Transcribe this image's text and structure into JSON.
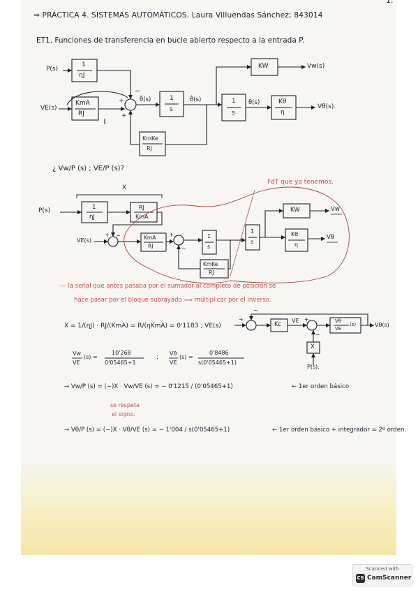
{
  "header": {
    "page_number": "1.",
    "title": "⇒ PRÁCTICA 4. SISTEMAS AUTOMÁTICOS. Laura Villuendas Sánchez; 843014"
  },
  "section": {
    "heading": "ET1. Funciones de transferencia en bucle abierto respecto a la entrada P."
  },
  "diagram1": {
    "input_p": "P(s)",
    "input_ve": "VE(s)",
    "block_inertia_num": "1",
    "block_inertia_den": "ηJ",
    "block_kma_num": "KmA",
    "block_kma_den": "RJ",
    "block_kmke_num": "KmKe",
    "block_kmke_den": "RJ",
    "int1_num": "1",
    "int1_den": "s",
    "int2_num": "1",
    "int2_den": "s",
    "block_kw": "KW",
    "block_ko_num": "Kθ",
    "block_ko_den": "η",
    "signal_theta_dd": "θ̈(s)",
    "signal_theta_d": "θ̇(s)",
    "signal_theta": "θ(s)",
    "output_vw": "Vw(s)",
    "output_vo": "Vθ(s).",
    "sign_minus": "−",
    "sign_plus": "+"
  },
  "question": "¿ Vw/P (s) ; VE/P (s)?",
  "diagram2": {
    "x_label": "X",
    "annotation": "FdT que ya tenemos.",
    "input_p": "P(s)",
    "input_ve": "VE(s)",
    "block_inertia_num": "1",
    "block_inertia_den": "ηJ",
    "block_rj_num": "RJ",
    "block_rj_den": "KmA",
    "block_kma_num": "KmA",
    "block_kma_den": "RJ",
    "block_kmke_num": "KmKe",
    "block_kmke_den": "RJ",
    "int1_num": "1",
    "int1_den": "s",
    "int2_num": "1",
    "int2_den": "s",
    "block_kw": "KW",
    "block_ko_num": "Kθ",
    "block_ko_den": "η",
    "output_vw": "Vw",
    "output_vo": "Vθ",
    "sign_minus": "−",
    "sign_plus": "+"
  },
  "note": {
    "line1": "— la señal que antes pasaba por el sumador al completo de posición se",
    "line2": "hace pasar por el bloque subrayado ⟹ multiplicar por el inverso."
  },
  "x_equation": {
    "text": "X = 1/(ηJ) · RJ/(KmA) = R/(ηKmA) = 0'1183 ; VE(s)"
  },
  "diagram3": {
    "block_kc": "Kc",
    "label_ve": "VE",
    "block_vo_ve_num": "Vθ",
    "block_vo_ve_den": "VE",
    "block_vo_ve_suffix": "(s)",
    "block_x": "X",
    "input_p": "P(s).",
    "output": "Vθ(s)",
    "sign_minus": "−",
    "sign_plus": "+"
  },
  "tf_equations": {
    "vw_ve_lhs_num": "Vw",
    "vw_ve_lhs_den": "VE",
    "vw_ve_mid": "(s) =",
    "vw_ve_rhs_num": "10'268",
    "vw_ve_rhs_den": "0'05465+1",
    "separator": ";",
    "vo_ve_lhs_num": "Vθ",
    "vo_ve_lhs_den": "VE",
    "vo_ve_mid": "(s) =",
    "vo_ve_rhs_num": "0'8486",
    "vo_ve_rhs_den": "s(0'05465+1)"
  },
  "result1": {
    "lhs": "→ Vw/P (s) = (−)X · Vw/VE (s) = − 0'1215 / (0'05465+1)",
    "comment": "← 1er orden básico",
    "sign_note_line1": "se respeta",
    "sign_note_line2": "el signo."
  },
  "result2": {
    "lhs": "→ Vθ/P (s) = (−)X · Vθ/VE (s) = − 1'004 / s(0'05465+1)",
    "comment": "← 1er orden básico + integrador = 2º orden."
  },
  "watermark": {
    "top": "Scanned with",
    "logo": "CS",
    "name": "CamScanner"
  }
}
